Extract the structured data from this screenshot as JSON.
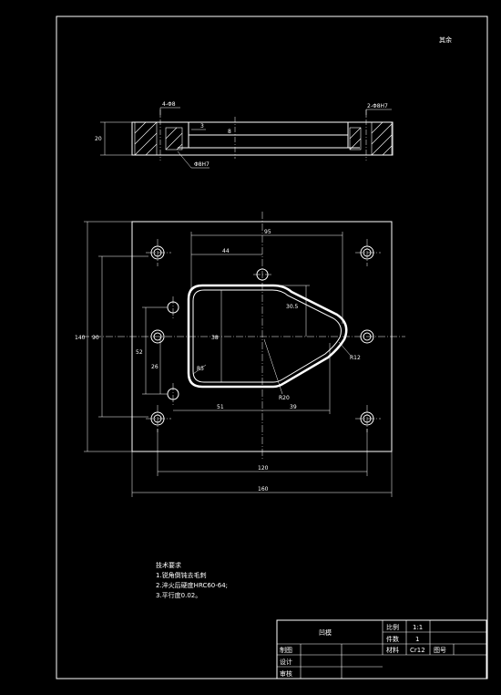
{
  "sheet": {
    "corner_mark": "其余"
  },
  "section_view": {
    "dims": {
      "holes_top": "4-Φ8",
      "holes_right": "2-Φ8H7",
      "thickness": "20",
      "step": "3",
      "depth": "8",
      "bottom_hole": "Φ8H7"
    }
  },
  "plan_view": {
    "dims": {
      "top_95": "95",
      "top_44": "44",
      "left_140": "140",
      "left_90": "90",
      "left_52": "52",
      "left_26": "26",
      "center_38": "38",
      "right_30_5": "30.5",
      "bottom_51": "51",
      "bottom_39": "39",
      "radius_r12": "R12",
      "radius_r20": "R20",
      "radius_r5": "R5",
      "overall_120": "120",
      "overall_160": "160"
    }
  },
  "notes": {
    "title": "技术要求",
    "items": [
      "1.锐角倒钝去毛刺",
      "2.淬火后硬度HRC60-64;",
      "3.平行度0.02。"
    ]
  },
  "title_block": {
    "part_name": "凹模",
    "scale_label": "比例",
    "scale_value": "1:1",
    "qty_label": "件数",
    "qty_value": "1",
    "material_label": "材料",
    "material_value": "Cr12",
    "drawing_no_label": "图号",
    "designer_label": "制图",
    "designer2_label": "设计",
    "reviewer_label": "审核"
  }
}
